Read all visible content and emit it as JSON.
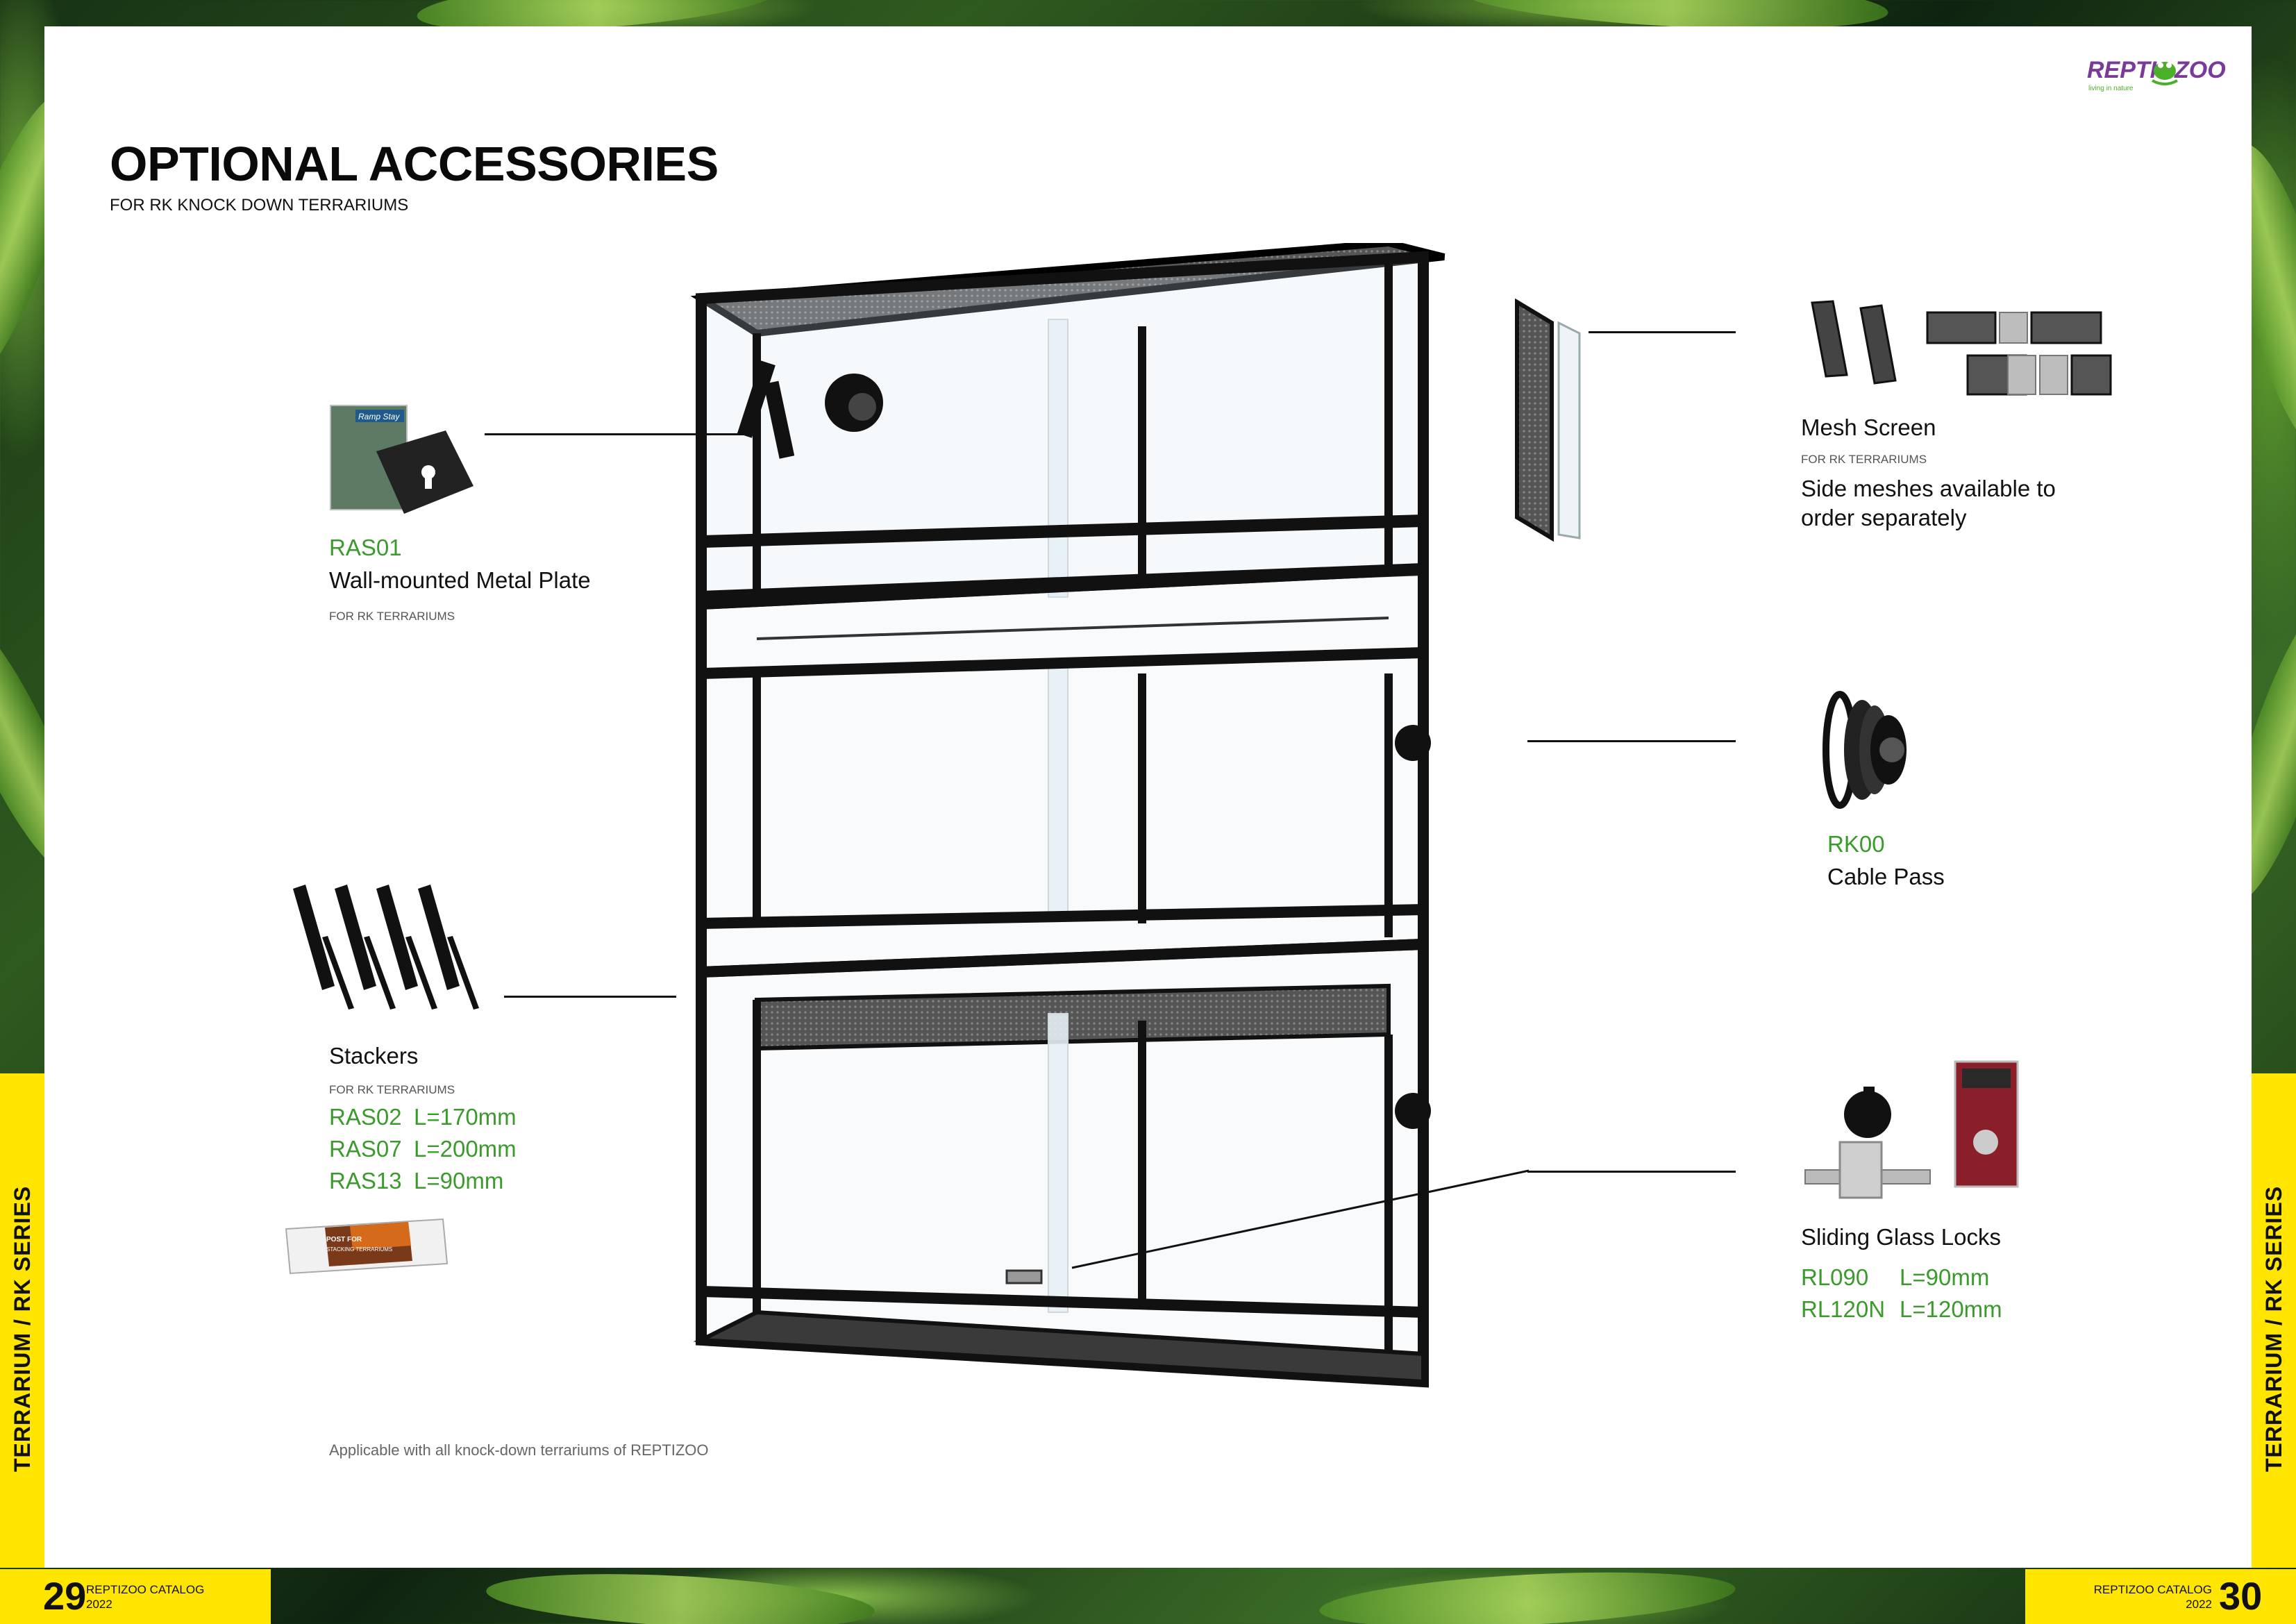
{
  "header": {
    "title": "OPTIONAL ACCESSORIES",
    "subtitle": "FOR RK KNOCK DOWN TERRARIUMS"
  },
  "logo": {
    "text_repti": "REPTI",
    "text_zoo": "ZOO",
    "tagline": "living in nature",
    "icon": "frog-logo-icon"
  },
  "accessories": {
    "ras01": {
      "code": "RAS01",
      "name": "Wall-mounted Metal Plate",
      "note": "FOR RK TERRARIUMS",
      "package_label": "Ramp Stay"
    },
    "mesh": {
      "name": "Mesh Screen",
      "note": "FOR RK TERRARIUMS",
      "desc": "Side meshes available to order separately"
    },
    "cable": {
      "code": "RK00",
      "name": "Cable Pass"
    },
    "stackers": {
      "name": "Stackers",
      "note": "FOR RK TERRARIUMS",
      "rows": [
        {
          "code": "RAS02",
          "size": "L=170mm"
        },
        {
          "code": "RAS07",
          "size": "L=200mm"
        },
        {
          "code": "RAS13",
          "size": "L=90mm"
        }
      ],
      "box_label_1": "POST FOR",
      "box_label_2": "STACKING TERRARIUMS"
    },
    "locks": {
      "name": "Sliding Glass Locks",
      "rows": [
        {
          "code": "RL090",
          "size": "L=90mm"
        },
        {
          "code": "RL120N",
          "size": "L=120mm"
        }
      ]
    }
  },
  "footnote": "Applicable with all knock-down terrariums of REPTIZOO",
  "footer": {
    "left_page": "29",
    "right_page": "30",
    "catalog": "REPTIZOO CATALOG",
    "year": "2022",
    "side_label": "TERRARIUM  /  RK SERIES"
  },
  "colors": {
    "accent_green": "#3a9a2c",
    "band_yellow": "#ffe500"
  }
}
